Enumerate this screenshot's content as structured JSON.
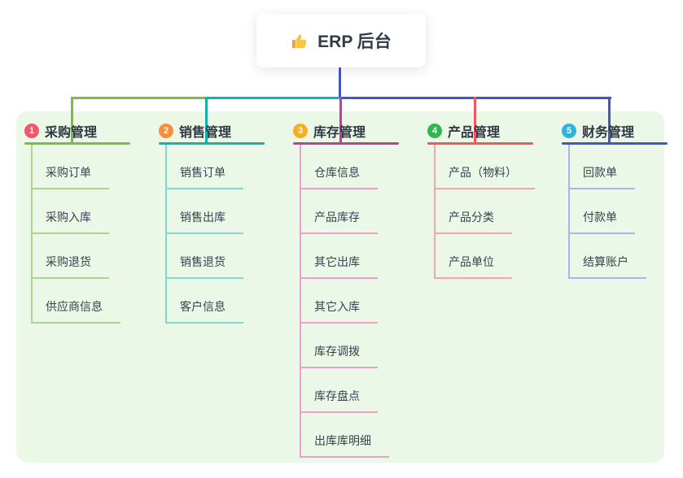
{
  "root": {
    "label": "ERP 后台",
    "icon": "thumbs-up"
  },
  "panel": {
    "background": "#ebf7e7"
  },
  "trunk_color": "#4156c9",
  "branches": [
    {
      "index": "1",
      "label": "采购管理",
      "badge_color": "#f4566b",
      "line_color": "#7fba44",
      "sub_line_color": "#abd48c",
      "items": [
        "采购订单",
        "采购入库",
        "采购退货",
        "供应商信息"
      ]
    },
    {
      "index": "2",
      "label": "销售管理",
      "badge_color": "#f78d3d",
      "line_color": "#12b3a8",
      "sub_line_color": "#87d6cd",
      "items": [
        "销售订单",
        "销售出库",
        "销售退货",
        "客户信息"
      ]
    },
    {
      "index": "3",
      "label": "库存管理",
      "badge_color": "#f6ae24",
      "line_color": "#c53e95",
      "sub_line_color": "#f09dc7",
      "items": [
        "仓库信息",
        "产品库存",
        "其它出库",
        "其它入库",
        "库存调拨",
        "库存盘点",
        "出库库明细"
      ]
    },
    {
      "index": "4",
      "label": "产品管理",
      "badge_color": "#34b553",
      "line_color": "#f4555f",
      "sub_line_color": "#f8a5a9",
      "items": [
        "产品（物料）",
        "产品分类",
        "产品单位"
      ]
    },
    {
      "index": "5",
      "label": "财务管理",
      "badge_color": "#2fb3dd",
      "line_color": "#4156c9",
      "sub_line_color": "#a6b7e8",
      "items": [
        "回款单",
        "付款单",
        "结算账户"
      ]
    }
  ]
}
